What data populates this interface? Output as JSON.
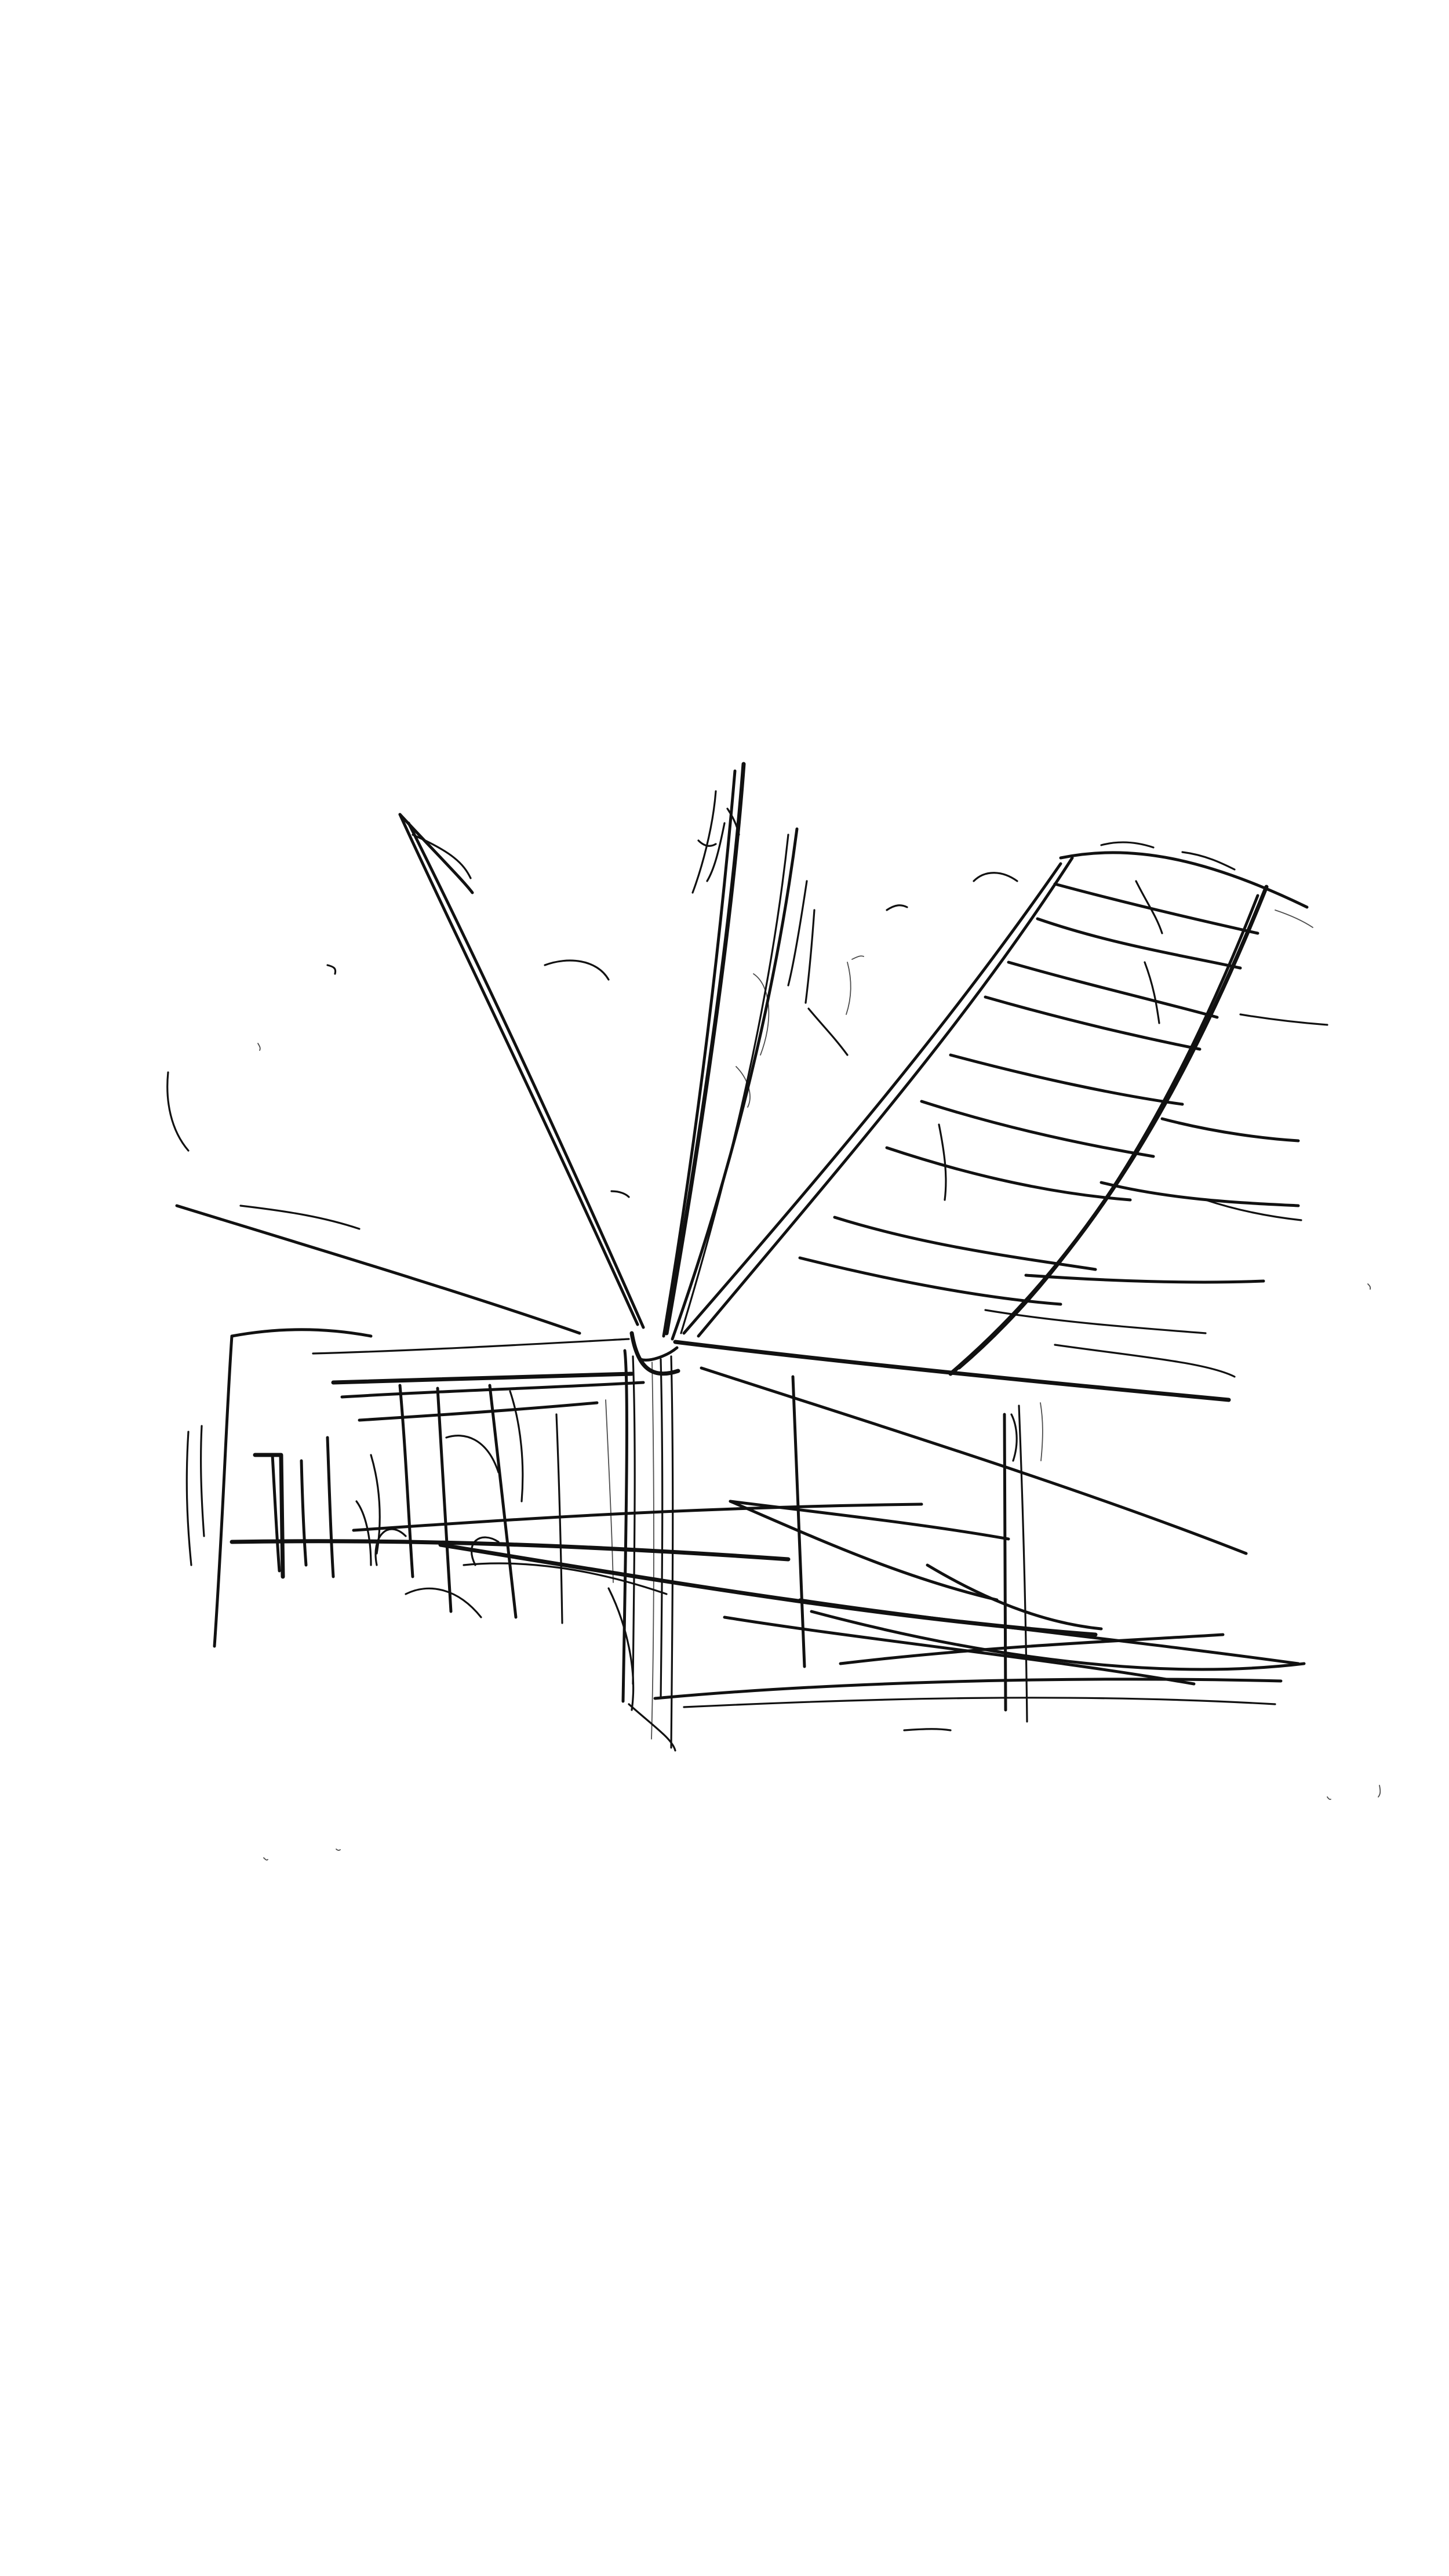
{
  "canvas": {
    "background_color": "#ffffff"
  },
  "drawing": {
    "subject": "architectural-pen-sketch",
    "ink_color": "#111111",
    "elements": [
      "left-triangular-fin",
      "central-tall-fin",
      "right-slanted-louvered-canopy",
      "central-vertical-pole",
      "low-building-block",
      "left-structure-columns",
      "ground-sweep-lines",
      "sky-marks"
    ]
  }
}
